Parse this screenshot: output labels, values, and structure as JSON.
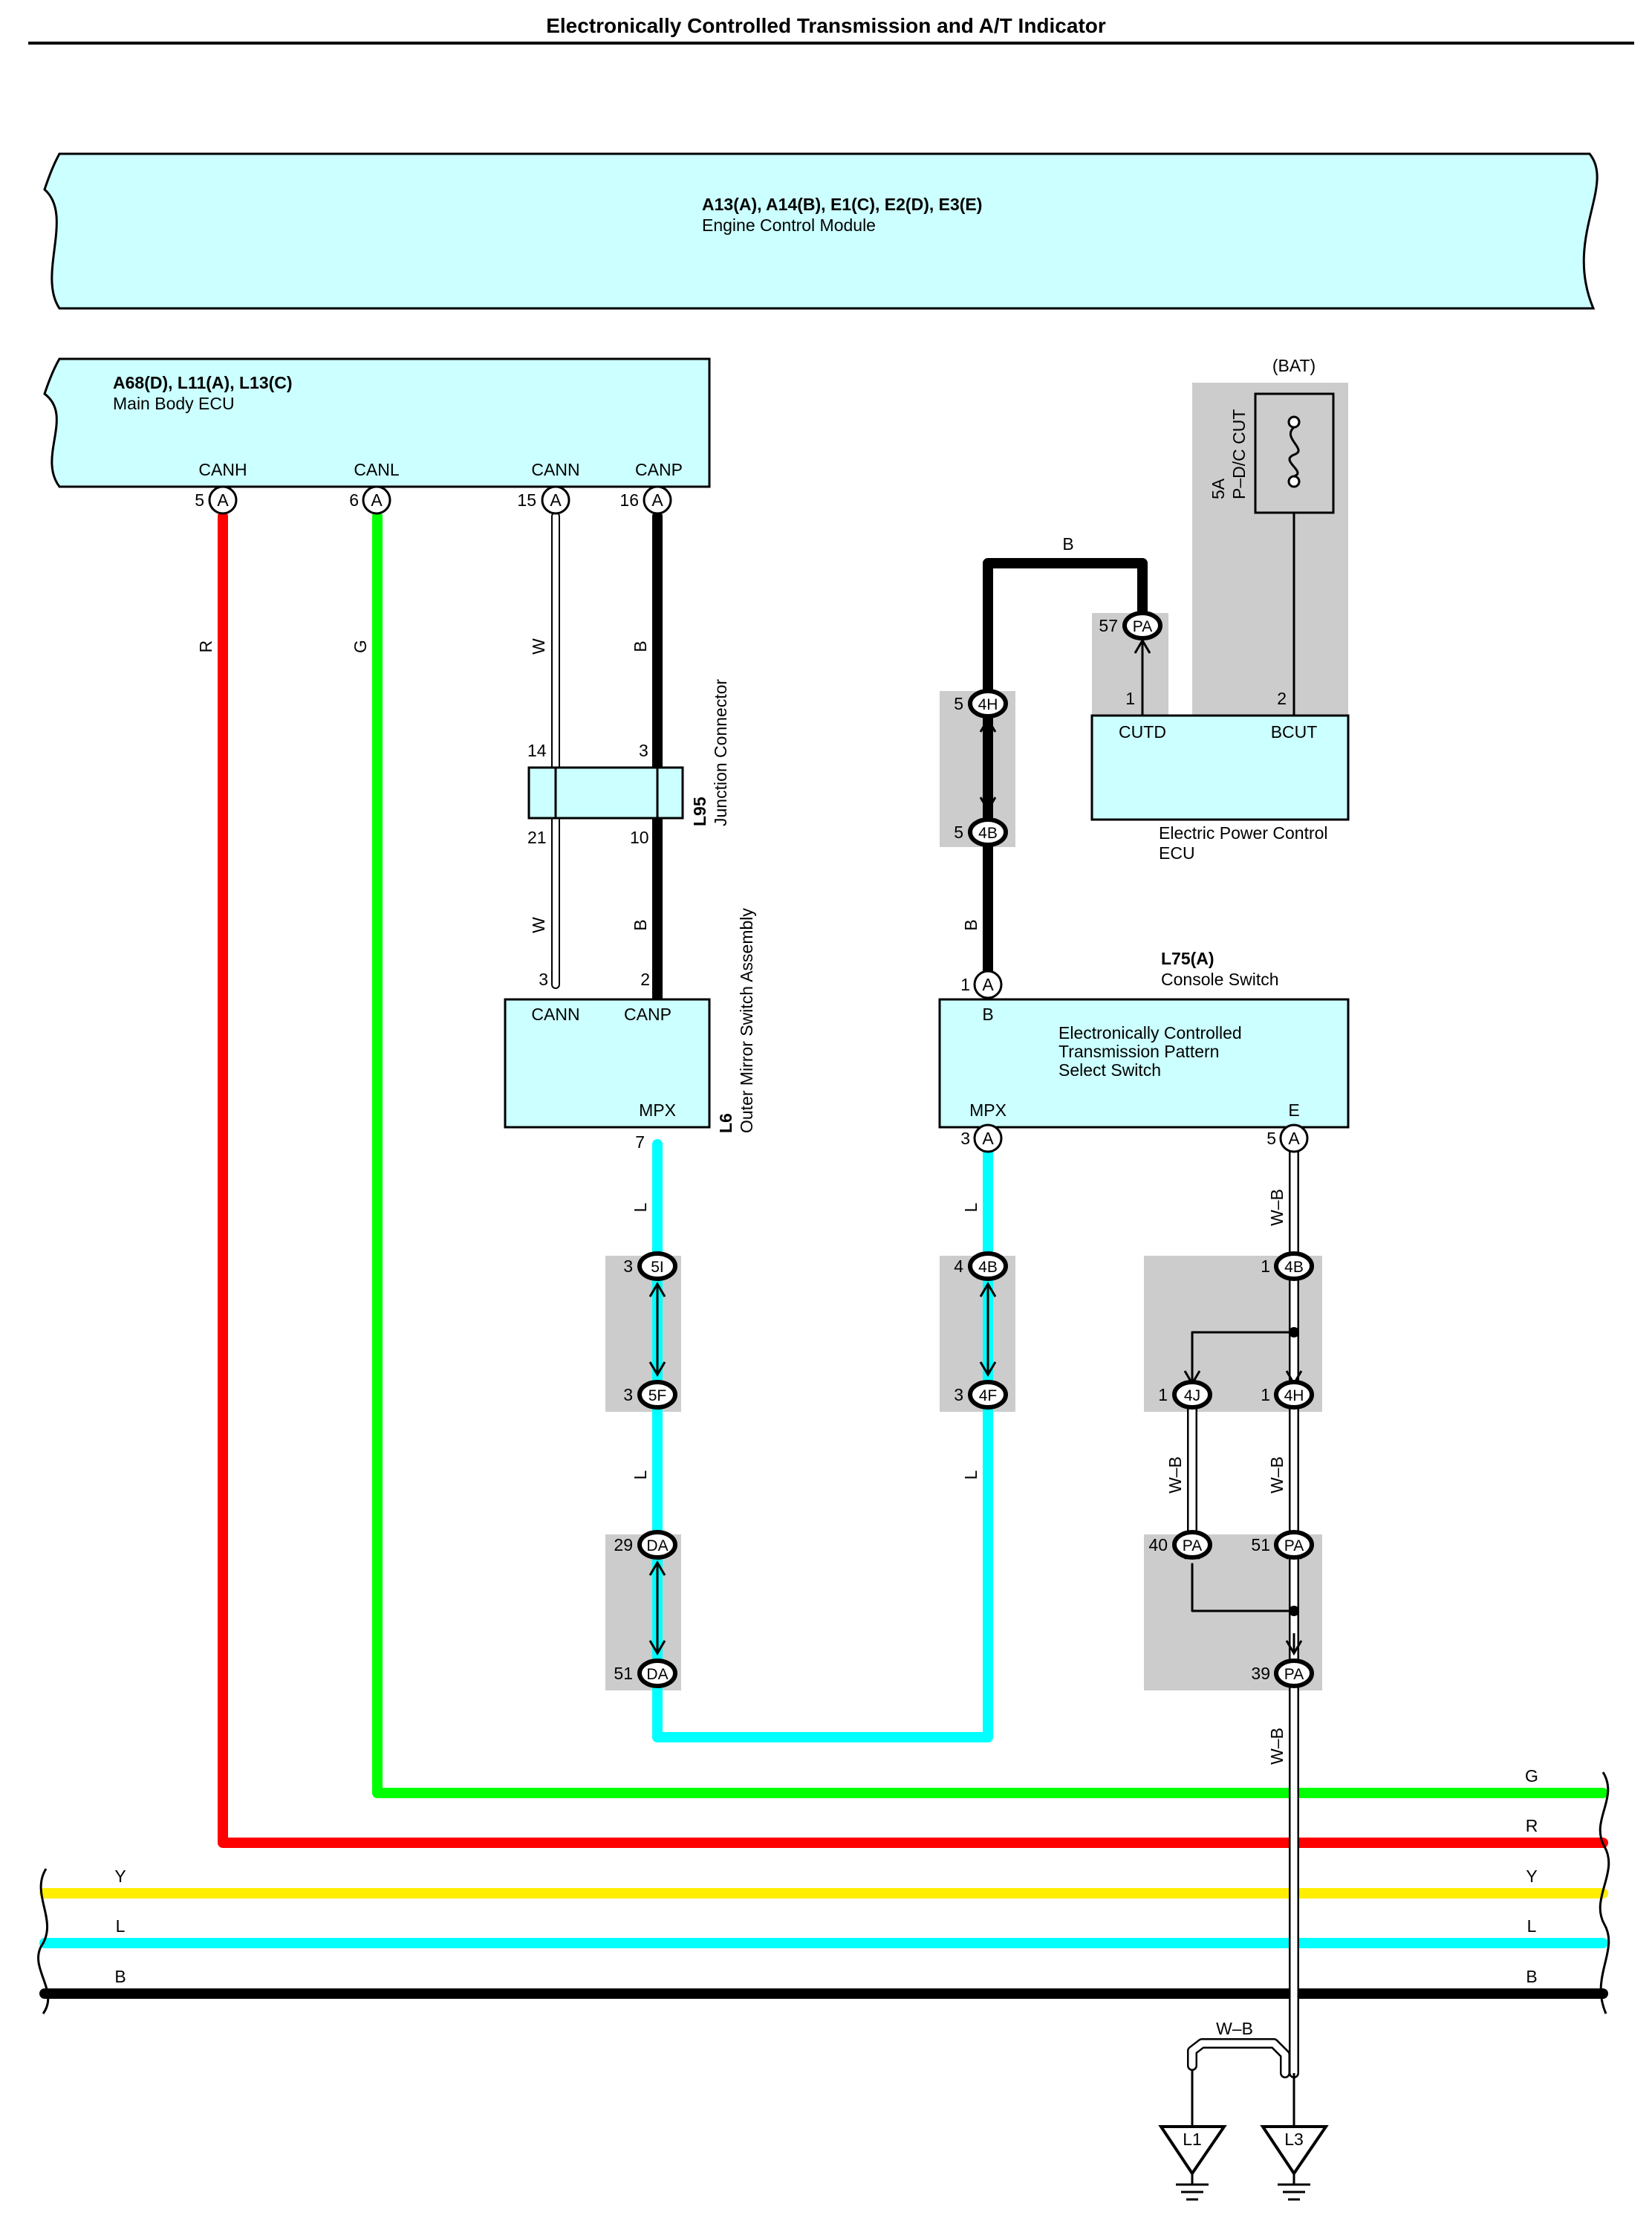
{
  "title": "Electronically Controlled Transmission and A/T Indicator",
  "ecm": {
    "code": "A13(A), A14(B), E1(C), E2(D), E3(E)",
    "name": "Engine Control Module"
  },
  "body_ecu": {
    "code": "A68(D), L11(A), L13(C)",
    "name": "Main Body ECU",
    "pins": [
      {
        "label": "CANH",
        "num": "5",
        "conn": "A"
      },
      {
        "label": "CANL",
        "num": "6",
        "conn": "A"
      },
      {
        "label": "CANN",
        "num": "15",
        "conn": "A"
      },
      {
        "label": "CANP",
        "num": "16",
        "conn": "A"
      }
    ]
  },
  "wire_colors": {
    "R": "#ff0000",
    "G": "#00ff00",
    "W": "#ffffff",
    "B": "#000000",
    "L": "#00ffff",
    "Y": "#ffee00",
    "W-B": "#ffffff"
  },
  "wire_labels": {
    "r": "R",
    "g": "G",
    "w": "W",
    "b": "B",
    "l": "L",
    "y": "Y",
    "wb": "W–B"
  },
  "junction": {
    "code": "L95",
    "name": "Junction Connector",
    "pins": {
      "top_left": "14",
      "top_right": "3",
      "bottom_left": "21",
      "bottom_right": "10"
    }
  },
  "mirror": {
    "code": "L6",
    "name": "Outer Mirror Switch Assembly",
    "pins": {
      "cann": "3",
      "canp": "2",
      "mpx": "7"
    },
    "labels": {
      "cann": "CANN",
      "canp": "CANP",
      "mpx": "MPX"
    }
  },
  "fuse": {
    "source": "(BAT)",
    "rating": "5A",
    "name": "P–D/C CUT"
  },
  "power_ecu": {
    "name": "Electric Power Control ECU",
    "pins": {
      "cutd_num": "1",
      "bcut_num": "2",
      "cutd": "CUTD",
      "bcut": "BCUT"
    }
  },
  "console": {
    "code": "L75(A)",
    "name": "Console Switch",
    "desc": "Electronically Controlled Transmission Pattern Select Switch",
    "pins": {
      "b": "B",
      "b_num": "1",
      "mpx": "MPX",
      "mpx_num": "3",
      "e": "E",
      "e_num": "5",
      "conn": "A"
    }
  },
  "connectors": {
    "pa57": {
      "num": "57",
      "id": "PA"
    },
    "c4h_top": {
      "num": "5",
      "id": "4H"
    },
    "c4b_top": {
      "num": "5",
      "id": "4B"
    },
    "c5i": {
      "num": "3",
      "id": "5I"
    },
    "c5f": {
      "num": "3",
      "id": "5F"
    },
    "c4b_mid": {
      "num": "4",
      "id": "4B"
    },
    "c4f": {
      "num": "3",
      "id": "4F"
    },
    "c4b_right": {
      "num": "1",
      "id": "4B"
    },
    "c4j": {
      "num": "1",
      "id": "4J"
    },
    "c4h_right": {
      "num": "1",
      "id": "4H"
    },
    "da29": {
      "num": "29",
      "id": "DA"
    },
    "da51": {
      "num": "51",
      "id": "DA"
    },
    "pa40": {
      "num": "40",
      "id": "PA"
    },
    "pa51": {
      "num": "51",
      "id": "PA"
    },
    "pa39": {
      "num": "39",
      "id": "PA"
    }
  },
  "grounds": [
    "L1",
    "L3"
  ]
}
